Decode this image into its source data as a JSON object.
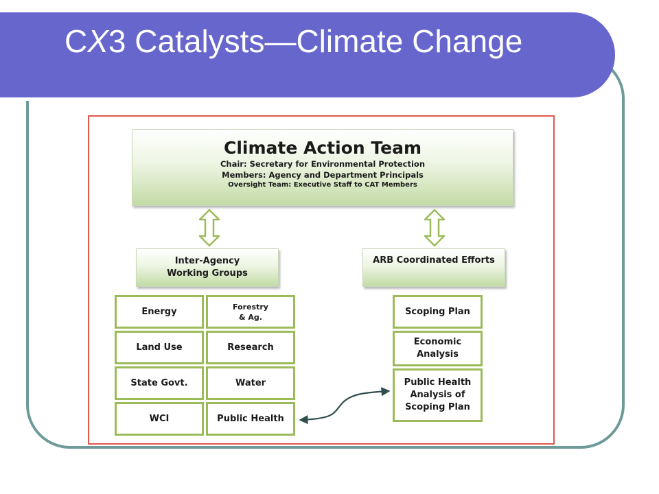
{
  "slide": {
    "title_prefix": "C",
    "title_x": "X",
    "title_suffix": "3 Catalysts—Climate Change"
  },
  "diagram": {
    "top_box": {
      "title": "Climate Action Team",
      "line1": "Chair: Secretary for Environmental Protection",
      "line2": "Members: Agency and Department Principals",
      "line3": "Oversight Team: Executive Staff to CAT Members"
    },
    "left_group": {
      "label_line1": "Inter-Agency",
      "label_line2": "Working Groups",
      "cells": [
        [
          "Energy"
        ],
        [
          "Forestry",
          "& Ag."
        ],
        [
          "Land Use"
        ],
        [
          "Research"
        ],
        [
          "State Govt."
        ],
        [
          "Water"
        ],
        [
          "WCI"
        ],
        [
          "Public Health"
        ]
      ]
    },
    "right_group": {
      "label": "ARB Coordinated Efforts",
      "cells": [
        [
          "Scoping Plan"
        ],
        [
          "Economic",
          "Analysis"
        ],
        [
          "Public Health",
          "Analysis of",
          "Scoping Plan"
        ]
      ]
    },
    "colors": {
      "frame": "#6e9a9a",
      "title_band": "#6666cc",
      "diagram_border": "#e0574a",
      "box_outline": "#9bbb59",
      "arrow_fill": "#ffffff",
      "arrow_stroke": "#9bbb59",
      "connector": "#2f4f4f"
    },
    "icons": [
      "double-vertical-arrow-icon",
      "double-vertical-arrow-icon",
      "curved-double-arrow-icon"
    ]
  }
}
